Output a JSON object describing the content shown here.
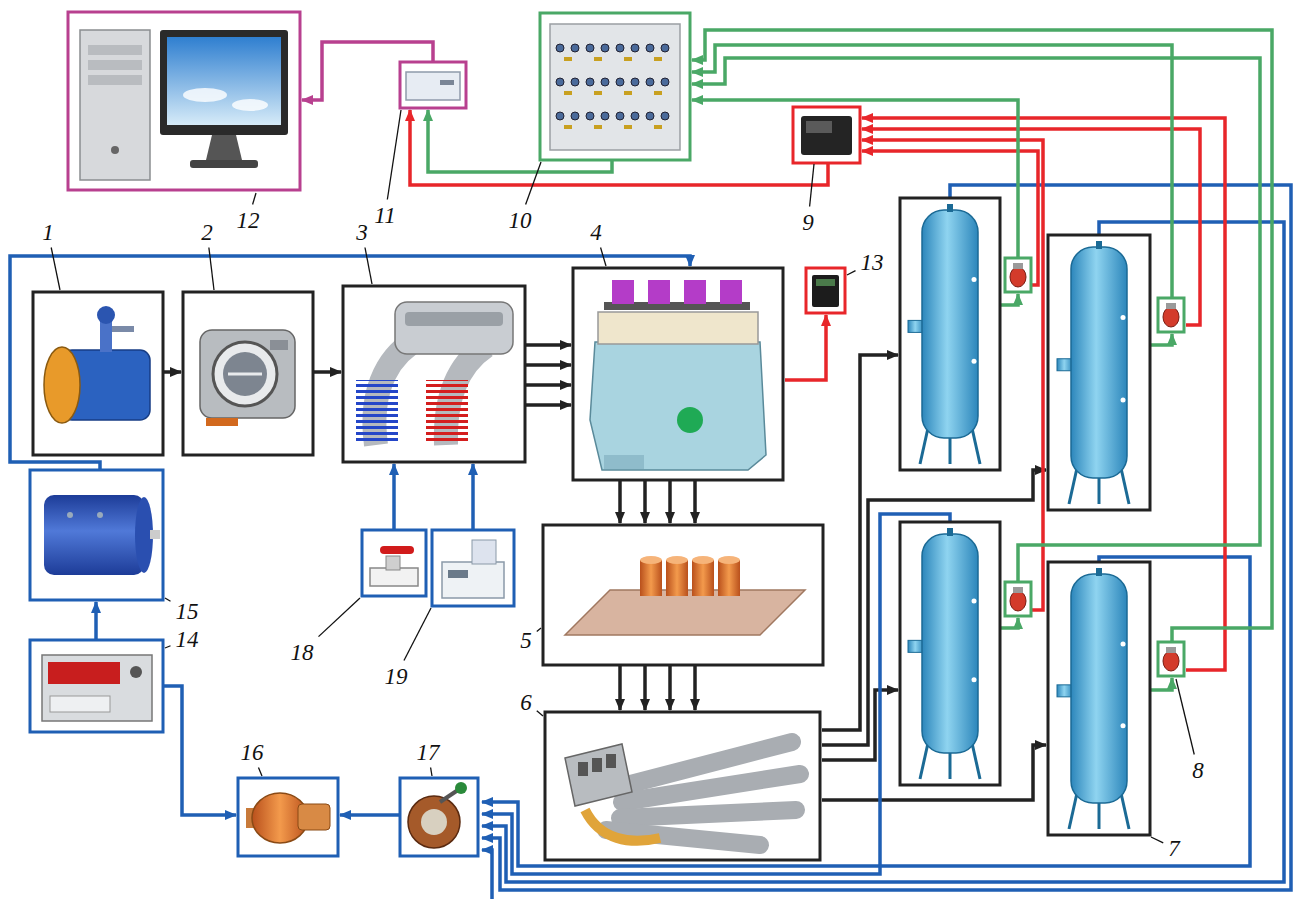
{
  "diagram": {
    "labels": [
      "12",
      "11",
      "10",
      "9",
      "1",
      "2",
      "3",
      "4",
      "13",
      "15",
      "14",
      "18",
      "19",
      "5",
      "16",
      "17",
      "6",
      "8",
      "7"
    ]
  }
}
